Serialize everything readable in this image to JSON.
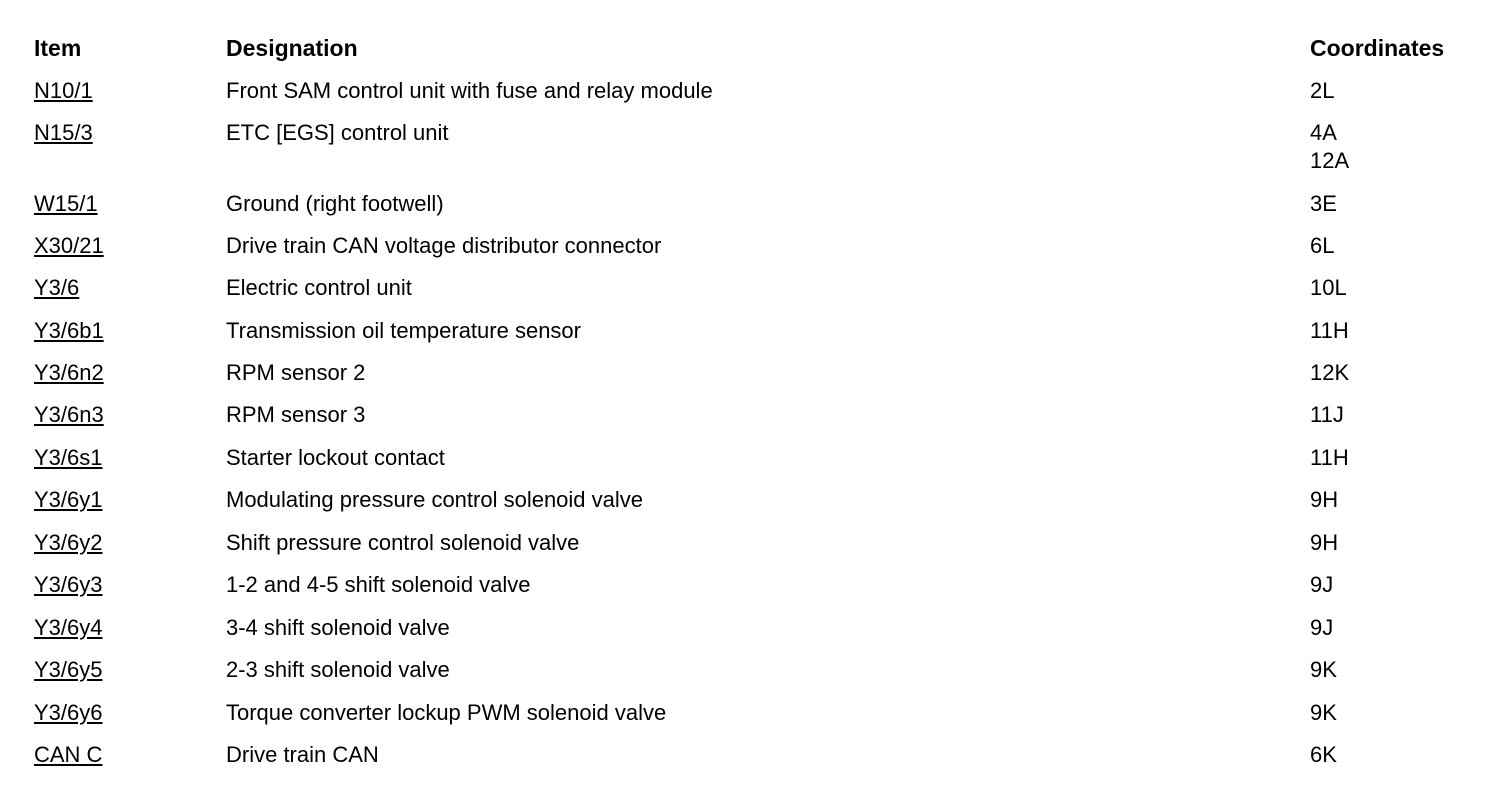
{
  "headers": {
    "item": "Item",
    "designation": "Designation",
    "coordinates": "Coordinates"
  },
  "rows": [
    {
      "item": "N10/1",
      "designation": "Front SAM control unit with fuse and relay module",
      "coordinates": [
        "2L"
      ]
    },
    {
      "item": "N15/3",
      "designation": "ETC [EGS] control unit",
      "coordinates": [
        "4A",
        "12A"
      ]
    },
    {
      "item": "W15/1",
      "designation": "Ground (right footwell)",
      "coordinates": [
        "3E"
      ]
    },
    {
      "item": "X30/21",
      "designation": "Drive train CAN voltage distributor connector",
      "coordinates": [
        "6L"
      ]
    },
    {
      "item": "Y3/6",
      "designation": "Electric control unit",
      "coordinates": [
        "10L"
      ]
    },
    {
      "item": "Y3/6b1",
      "designation": "Transmission oil temperature sensor",
      "coordinates": [
        "11H"
      ]
    },
    {
      "item": "Y3/6n2",
      "designation": "RPM sensor 2",
      "coordinates": [
        "12K"
      ]
    },
    {
      "item": "Y3/6n3",
      "designation": "RPM sensor 3",
      "coordinates": [
        "11J"
      ]
    },
    {
      "item": "Y3/6s1",
      "designation": "Starter lockout contact",
      "coordinates": [
        "11H"
      ]
    },
    {
      "item": "Y3/6y1",
      "designation": "Modulating pressure control solenoid valve",
      "coordinates": [
        "9H"
      ]
    },
    {
      "item": "Y3/6y2",
      "designation": "Shift pressure control solenoid valve",
      "coordinates": [
        "9H"
      ]
    },
    {
      "item": "Y3/6y3",
      "designation": "1-2 and 4-5 shift solenoid valve",
      "coordinates": [
        "9J"
      ]
    },
    {
      "item": "Y3/6y4",
      "designation": "3-4 shift solenoid valve",
      "coordinates": [
        "9J"
      ]
    },
    {
      "item": "Y3/6y5",
      "designation": "2-3 shift solenoid valve",
      "coordinates": [
        "9K"
      ]
    },
    {
      "item": "Y3/6y6",
      "designation": "Torque converter lockup PWM solenoid valve",
      "coordinates": [
        "9K"
      ]
    },
    {
      "item": "CAN C",
      "designation": "Drive train CAN",
      "coordinates": [
        "6K"
      ]
    }
  ]
}
